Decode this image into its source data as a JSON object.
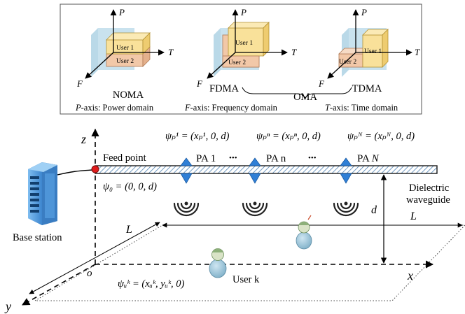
{
  "legend": {
    "axis_p": "P",
    "axis_t": "T",
    "axis_f": "F",
    "user1": "User 1",
    "user2": "User 2",
    "noma": "NOMA",
    "fdma": "FDMA",
    "tdma": "TDMA",
    "oma": "OMA",
    "p_axis_name": "P",
    "p_axis_desc": "-axis: Power domain",
    "f_axis_name": "F",
    "f_axis_desc": "-axis: Frequency domain",
    "t_axis_name": "T",
    "t_axis_desc": "-axis: Time domain"
  },
  "scene": {
    "z_axis": "z",
    "x_axis": "x",
    "y_axis": "y",
    "origin": "o",
    "feed_point": "Feed point",
    "psi0": "ψ₀ = (0, 0, d)",
    "psi1": "ψₚ¹ = (xₚ¹, 0, d)",
    "psin": "ψₚⁿ = (xₚⁿ, 0, d)",
    "psiN": "ψₚᴺ = (xₚᴺ, 0, d)",
    "pa1": "PA 1",
    "pan": "PA n",
    "paN_prefix": "PA ",
    "paN_var": "N",
    "dots": "•••",
    "dielectric1": "Dielectric",
    "dielectric2": "waveguide",
    "d_label": "d",
    "L_left": "L",
    "L_right": "L",
    "base_station": "Base station",
    "user_k": "User k",
    "psi_u": "ψᵤᵏ = (xᵤᵏ, yᵤᵏ, 0)"
  },
  "colors": {
    "pa_blue": "#2f7fd6",
    "feed_red": "#e01c1c",
    "waveguide_hatch": "#4f83b5",
    "user1_box": "#f9e19a",
    "user2_box": "#f2c8a8",
    "shade": "#bcdbea",
    "server_blue": "#4a9be0"
  }
}
